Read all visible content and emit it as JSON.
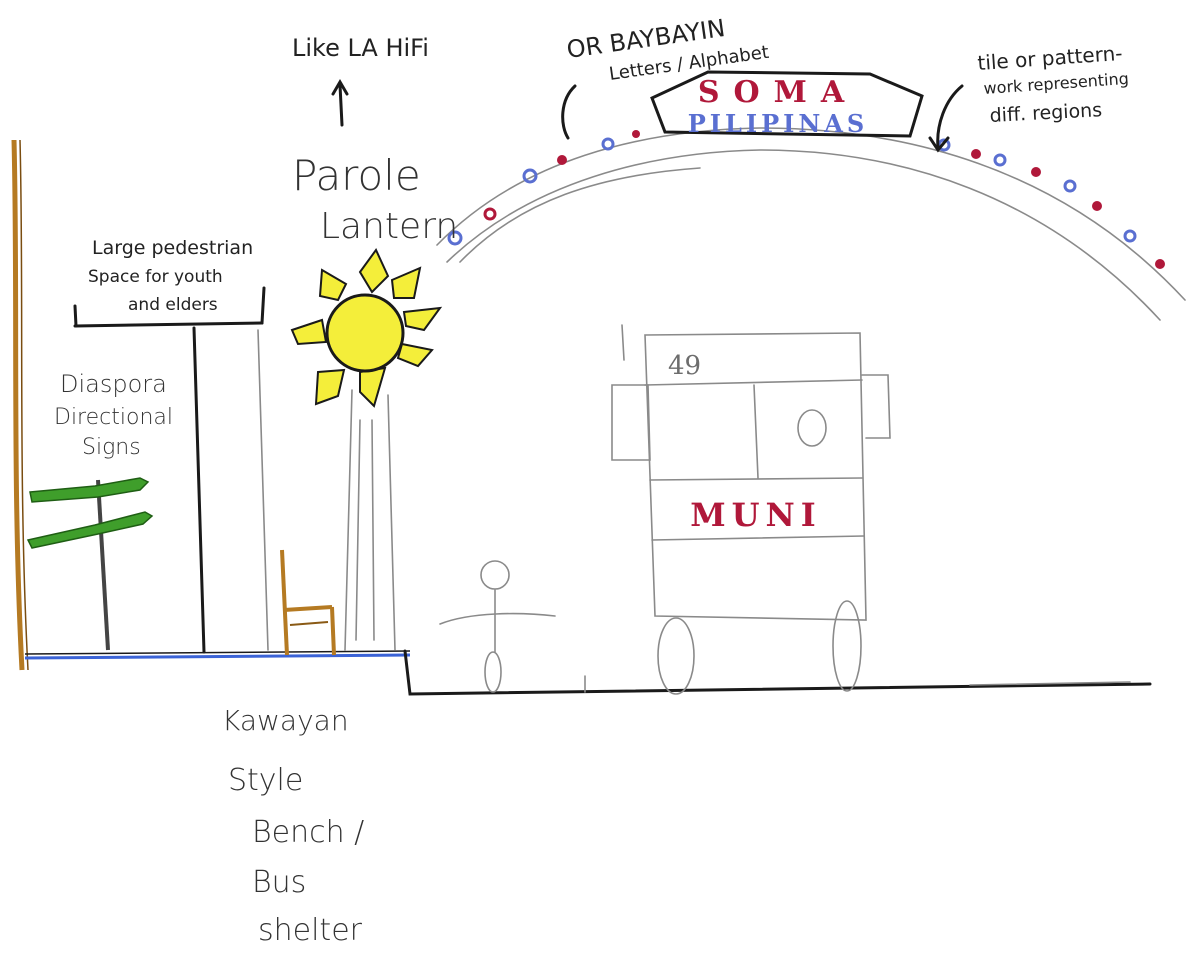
{
  "annotations": {
    "la_hifi": "Like LA HiFi",
    "parol_line1": "Parole",
    "parol_line2": "Lantern",
    "baybayin_line1": "OR BAYBAYIN",
    "baybayin_line2": "Letters / Alphabet",
    "tile_line1": "tile or pattern-",
    "tile_line2": "work representing",
    "tile_line3": "diff. regions",
    "pedestrian_line1": "Large pedestrian",
    "pedestrian_line2": "Space for youth",
    "pedestrian_line3": "and elders",
    "diaspora_line1": "Diaspora",
    "diaspora_line2": "Directional",
    "diaspora_line3": "Signs",
    "bench_line1": "Kawayan",
    "bench_line2": "Style",
    "bench_line3": "Bench /",
    "bench_line4": "Bus",
    "bench_line5": "shelter"
  },
  "arch_sign": {
    "line1": "SOMA",
    "line2": "PILIPINAS"
  },
  "bus": {
    "route_number": "49",
    "label": "MUNI"
  },
  "colors": {
    "sign_red": "#b0183a",
    "sign_blue": "#5a6fd1",
    "lantern_yellow": "#f4ee3a",
    "sign_green": "#3f9e2b",
    "bamboo_brown": "#b57a22",
    "ground_blue": "#3b63d6"
  }
}
